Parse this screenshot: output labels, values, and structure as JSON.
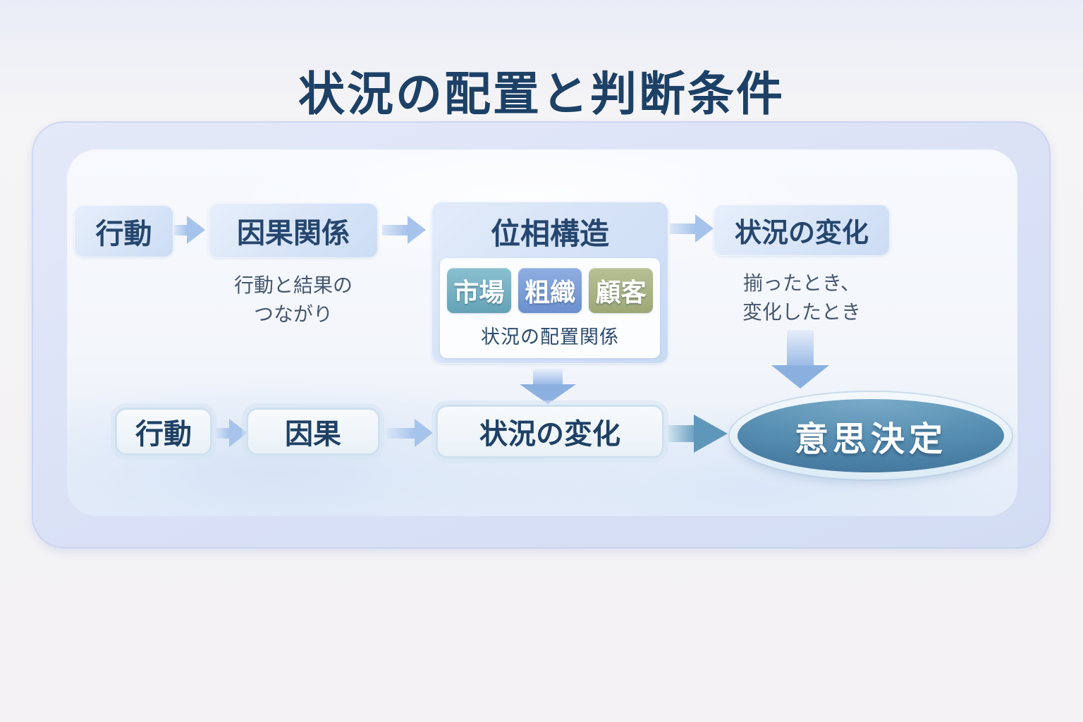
{
  "slide": {
    "title": "状況の配置と判断条件"
  },
  "colors": {
    "title_text": "#1d4166",
    "frame_fill": "#d9e0f5",
    "panel_fill": "#f3f6fb",
    "top_box_fill": "#cbdcf4",
    "box_text": "#25466e",
    "small_arrow": "#a6c3eb",
    "down_arrow": "#8cb0e0",
    "big_arrow": "#5e97ba",
    "chip_market_color": "#75acc0",
    "chip_org_color": "#7a9cd5",
    "chip_customer_color": "#a9b384",
    "bottom_box_fill": "#f0f6fa",
    "bottom_box_border": "#cfe0ef",
    "ellipse_fill": "#578fb2",
    "ellipse_text": "#ffffff",
    "note_text": "#47586e"
  },
  "top_flow": {
    "action_label": "行動",
    "causal_label": "因果関係",
    "causal_note": [
      "行動と結果の",
      "つながり"
    ],
    "topology_label": "位相構造",
    "topology_chips": [
      {
        "label": "市場",
        "color": "#75acc0"
      },
      {
        "label": "粗織",
        "color": "#7a9cd5"
      },
      {
        "label": "顧客",
        "color": "#a9b384"
      }
    ],
    "topology_caption": "状況の配置関係",
    "change_label": "状況の変化",
    "change_note": [
      "揃ったとき、",
      "変化したとき"
    ]
  },
  "bottom_flow": {
    "action_label": "行動",
    "causal_label": "因果",
    "change_label": "状況の変化",
    "decision_label": "意思決定"
  }
}
